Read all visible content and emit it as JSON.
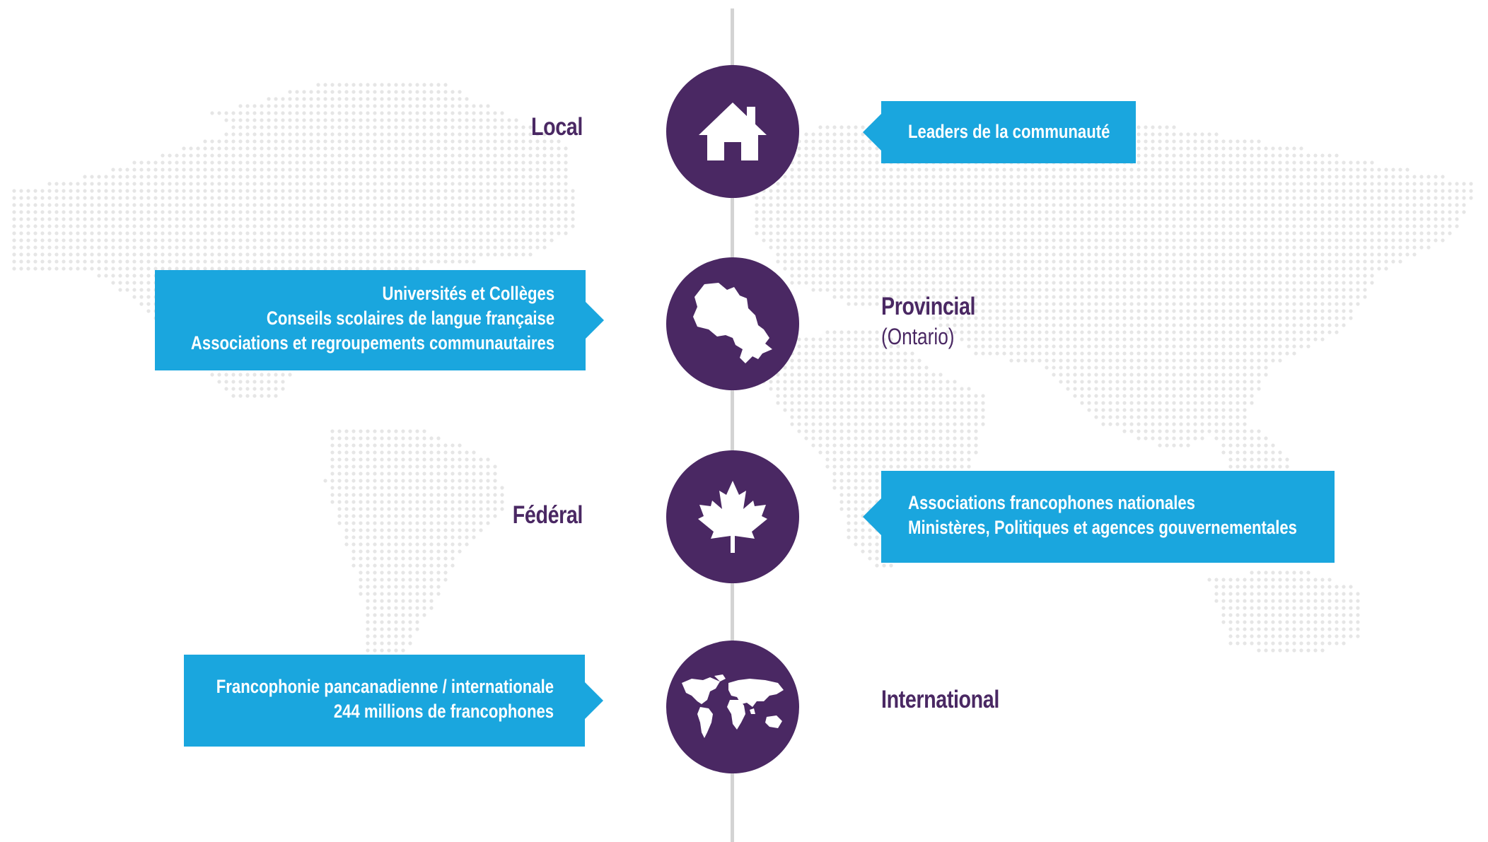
{
  "colors": {
    "purple": "#4a2863",
    "blue": "#1aa6de",
    "spine": "#d3d3d3",
    "dots": "#e6e6e6"
  },
  "levels": [
    {
      "label": "Local",
      "icon": "house-icon",
      "box_lines": [
        "Leaders de la communauté"
      ]
    },
    {
      "label": "Provincial",
      "sublabel": "(Ontario)",
      "icon": "ontario-map-icon",
      "box_lines": [
        "Universités et Collèges",
        "Conseils scolaires de langue française",
        "Associations et regroupements communautaires"
      ]
    },
    {
      "label": "Fédéral",
      "icon": "maple-leaf-icon",
      "box_lines": [
        "Associations francophones nationales",
        "Ministères, Politiques et agences gouvernementales"
      ]
    },
    {
      "label": "International",
      "icon": "world-map-icon",
      "box_lines": [
        "Francophonie pancanadienne / internationale",
        "244 millions de francophones"
      ]
    }
  ]
}
